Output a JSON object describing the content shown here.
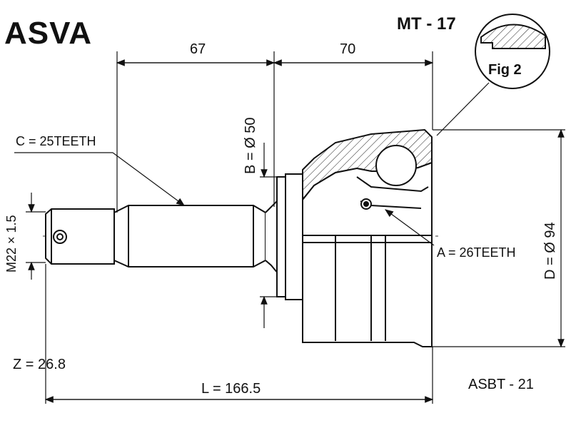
{
  "brand": "ASVA",
  "model": "MT - 17",
  "figure_label": "Fig 2",
  "dimensions": {
    "length_a": "67",
    "length_b": "70",
    "seal_diameter": "B = Ø 50",
    "thread": "M22 × 1.5",
    "outer_diameter": "D = Ø 94",
    "total_length": "L = 166.5",
    "z_value": "Z = 26.8"
  },
  "spline_notes": {
    "shaft_teeth": "C = 25TEETH",
    "bell_teeth": "A = 26TEETH"
  },
  "boot_kit": "ASBT - 21"
}
